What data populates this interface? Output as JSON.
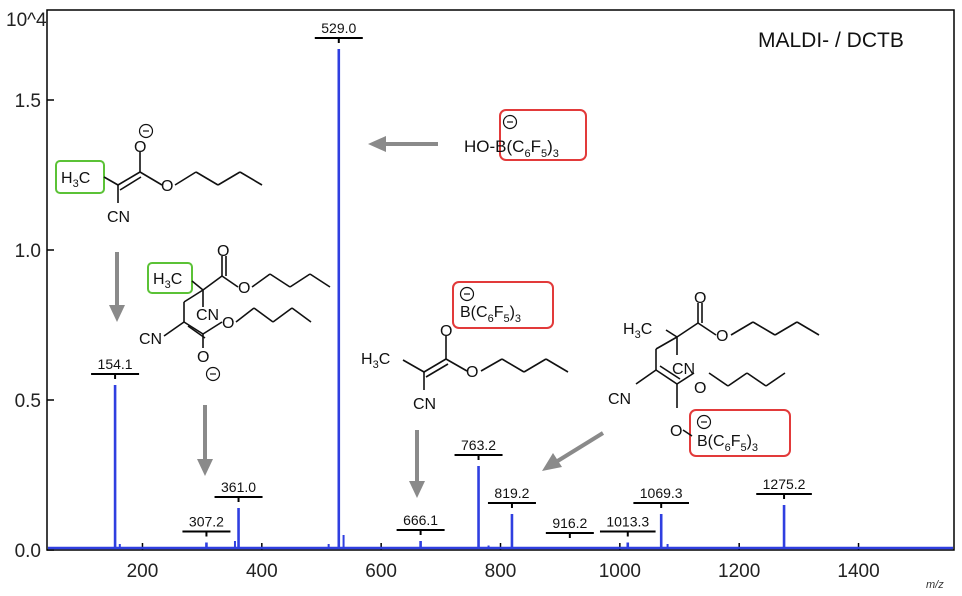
{
  "chart_data": {
    "type": "line",
    "title": "",
    "annotation_title": "MALDI- / DCTB",
    "xlabel": "m/z",
    "ylabel": "",
    "y_multiplier": "10^4",
    "xlim": [
      40,
      1560
    ],
    "ylim": [
      0,
      1.8
    ],
    "x_ticks": [
      200,
      400,
      600,
      800,
      1000,
      1200,
      1400
    ],
    "y_ticks": [
      "0.0",
      "0.5",
      "1.0",
      "1.5"
    ],
    "y_tick_values": [
      0.0,
      0.5,
      1.0,
      1.5
    ],
    "grid": false,
    "color": "#2f3fe0",
    "peaks": [
      {
        "x": 154.1,
        "y": 0.55,
        "label": "154.1"
      },
      {
        "x": 307.2,
        "y": 0.025,
        "label": "307.2"
      },
      {
        "x": 361.0,
        "y": 0.14,
        "label": "361.0"
      },
      {
        "x": 529.0,
        "y": 1.67,
        "label": "529.0"
      },
      {
        "x": 666.1,
        "y": 0.03,
        "label": "666.1"
      },
      {
        "x": 763.2,
        "y": 0.28,
        "label": "763.2"
      },
      {
        "x": 819.2,
        "y": 0.12,
        "label": "819.2"
      },
      {
        "x": 916.2,
        "y": 0.01,
        "label": "916.2"
      },
      {
        "x": 1013.3,
        "y": 0.025,
        "label": "1013.3"
      },
      {
        "x": 1069.3,
        "y": 0.12,
        "label": "1069.3"
      },
      {
        "x": 1275.2,
        "y": 0.15,
        "label": "1275.2"
      }
    ],
    "minor_peaks": [
      {
        "x": 162,
        "y": 0.02
      },
      {
        "x": 250,
        "y": 0.01
      },
      {
        "x": 355,
        "y": 0.03
      },
      {
        "x": 512,
        "y": 0.02
      },
      {
        "x": 537,
        "y": 0.05
      },
      {
        "x": 780,
        "y": 0.015
      },
      {
        "x": 1080,
        "y": 0.02
      },
      {
        "x": 1290,
        "y": 0.01
      }
    ]
  },
  "structures": {
    "anion_label": "HO-B(C6F5)3",
    "methyl": "H3C",
    "cn": "CN",
    "borate": "B(C6F5)3",
    "o": "O"
  }
}
